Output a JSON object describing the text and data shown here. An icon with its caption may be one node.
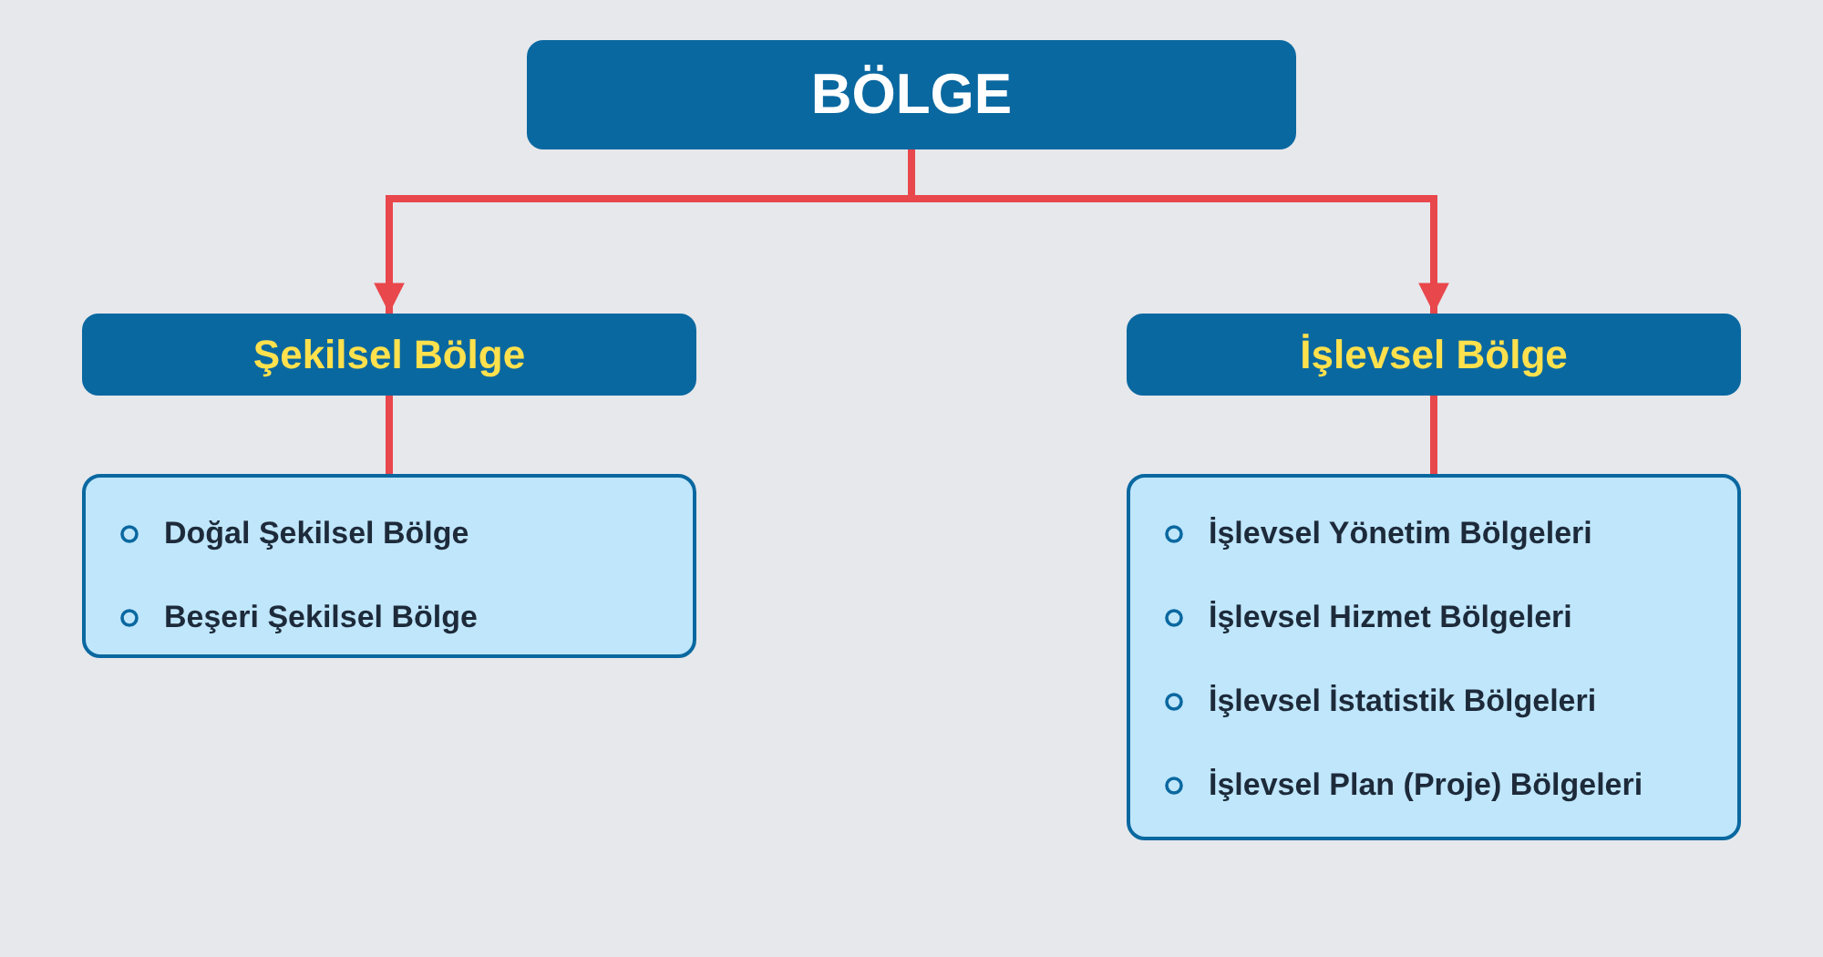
{
  "diagram": {
    "nodes": [
      {
        "text": [
          "BÖLGE"
        ]
      },
      {
        "text": [
          "Şekilsel Bölge"
        ]
      },
      {
        "text": [
          "İşlevsel Bölge"
        ]
      },
      {
        "text": [
          "Doğal Şekilsel Bölge",
          "Beşeri Şekilsel Bölge"
        ]
      },
      {
        "text": [
          "İşlevsel Yönetim Bölgeleri",
          "İşlevsel Hizmet Bölgeleri",
          "İşlevsel İstatistik Bölgeleri",
          "İşlevsel Plan (Proje) Bölgeleri"
        ]
      }
    ],
    "edges": [
      {
        "from": 0,
        "to": 1,
        "arrow": "to"
      },
      {
        "from": 0,
        "to": 2,
        "arrow": "to"
      },
      {
        "from": 1,
        "to": 3,
        "arrow": "none"
      },
      {
        "from": 2,
        "to": 4,
        "arrow": "none"
      }
    ]
  }
}
